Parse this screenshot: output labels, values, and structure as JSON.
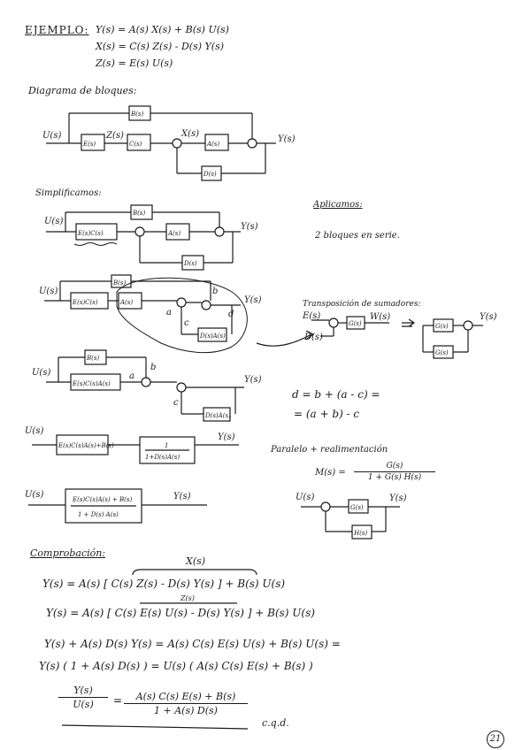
{
  "header": {
    "title": "EJEMPLO:",
    "eq1": "Y(s) = A(s) X(s) + B(s) U(s)",
    "eq2": "X(s) = C(s) Z(s) - D(s) Y(s)",
    "eq3": "Z(s) = E(s) U(s)"
  },
  "sections": {
    "diagrama": "Diagrama de bloques:",
    "simplificamos": "Simplificamos:",
    "aplicamos": "Aplicamos:",
    "serie": "2 bloques en serie.",
    "transposicion": "Transposición de sumadores:",
    "paralelo": "Paralelo + realimentación",
    "comprobacion": "Comprobación:",
    "cqd": "c.q.d."
  },
  "blocks": {
    "B": "B(s)",
    "E": "E(s)",
    "C": "C(s)",
    "A": "A(s)",
    "D": "D(s)",
    "EC": "E(s)C(s)",
    "ECA": "E(s)C(s)A(s)",
    "DA": "D(s)A(s)",
    "combined": "E(s)C(s)A(s)+B(s)",
    "one": "1",
    "one_plus": "1+D(s)A(s)",
    "G": "G(s)",
    "H": "H(s)"
  },
  "signals": {
    "U": "U(s)",
    "Y": "Y(s)",
    "Z": "Z(s)",
    "X": "X(s)",
    "a": "a",
    "b": "b",
    "c": "c",
    "d": "d",
    "Es": "E(s)",
    "Ds": "D(s)",
    "Ws": "W(s)"
  },
  "notes": {
    "d_eq1": "d = b + (a - c) =",
    "d_eq2": "= (a + b) - c",
    "M_lhs": "M(s) =",
    "M_num": "G(s)",
    "M_den": "1 + G(s) H(s)",
    "final_num": "E(s)C(s)A(s) + B(s)",
    "final_den": "1 + D(s) A(s)"
  },
  "proof": {
    "xs_label": "X(s)",
    "line1": "Y(s) = A(s) [ C(s) Z(s) - D(s) Y(s) ] + B(s) U(s)",
    "zs_label": "Z(s)",
    "line2": "Y(s) = A(s) [ C(s) E(s) U(s) - D(s) Y(s) ] + B(s) U(s)",
    "line3": "Y(s) + A(s) D(s) Y(s) = A(s) C(s) E(s) U(s) + B(s) U(s) =",
    "line4": "Y(s) ( 1 + A(s) D(s) ) = U(s) ( A(s) C(s) E(s) + B(s) )",
    "frac_num": "Y(s)",
    "frac_den": "U(s)",
    "rhs_num": "A(s) C(s) E(s) + B(s)",
    "rhs_den": "1 + A(s) D(s)",
    "page_number": "21"
  }
}
